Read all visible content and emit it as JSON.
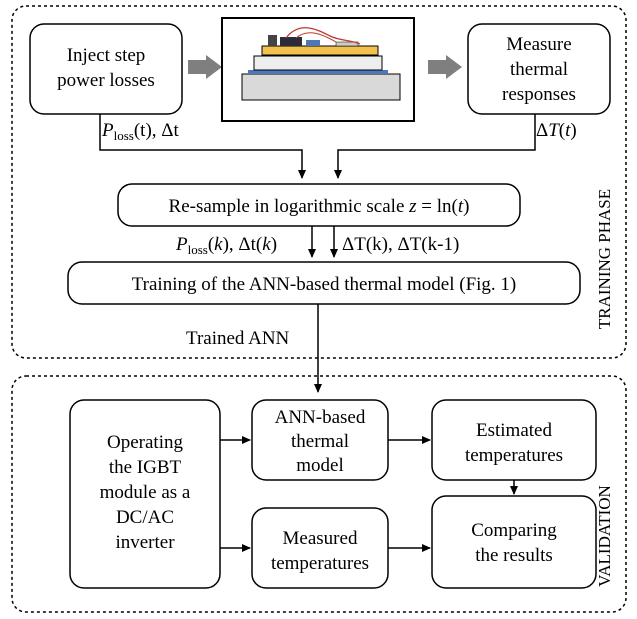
{
  "training": {
    "phase_label": "TRAINING PHASE",
    "inject_box": [
      "Inject step",
      "power losses"
    ],
    "measure_box": [
      "Measure",
      "thermal",
      "responses"
    ],
    "ploss_label": {
      "main": "P",
      "sub": "loss",
      "rest": "(t), Δt"
    },
    "dt_label": {
      "main": "ΔT",
      "rest": "(t)"
    },
    "resample_box": {
      "text": "Re-sample in logarithmic scale ",
      "var": "z",
      "eq": " = ln(",
      "var2": "t",
      "close": ")"
    },
    "ploss_k_label": {
      "main": "P",
      "sub": "loss",
      "rest1": "(",
      "k": "k",
      "rest2": "), Δt(",
      "k2": "k",
      "rest3": ")"
    },
    "dt_k_label": {
      "text": "ΔT(k), ΔT(k-1)"
    },
    "training_box": "Training of the ANN-based thermal model (Fig. 1)",
    "trained_ann_label": "Trained ANN"
  },
  "validation": {
    "phase_label": "VALIDATION",
    "operating_box": [
      "Operating",
      "the IGBT",
      "module as a",
      "DC/AC",
      "inverter"
    ],
    "ann_model_box": [
      "ANN-based",
      "thermal",
      "model"
    ],
    "estimated_box": [
      "Estimated",
      "temperatures"
    ],
    "measured_box": [
      "Measured",
      "temperatures"
    ],
    "comparing_box": [
      "Comparing",
      "the results"
    ]
  },
  "colors": {
    "stroke": "#000000",
    "gray_arrow": "#7f7f7f",
    "pcb_yellow": "#f2c14e",
    "substrate_blue": "#4f76b8",
    "baseplate_gray": "#d9d9d9",
    "chip_dark": "#2b2b3a",
    "wire_red": "#c0392b"
  }
}
